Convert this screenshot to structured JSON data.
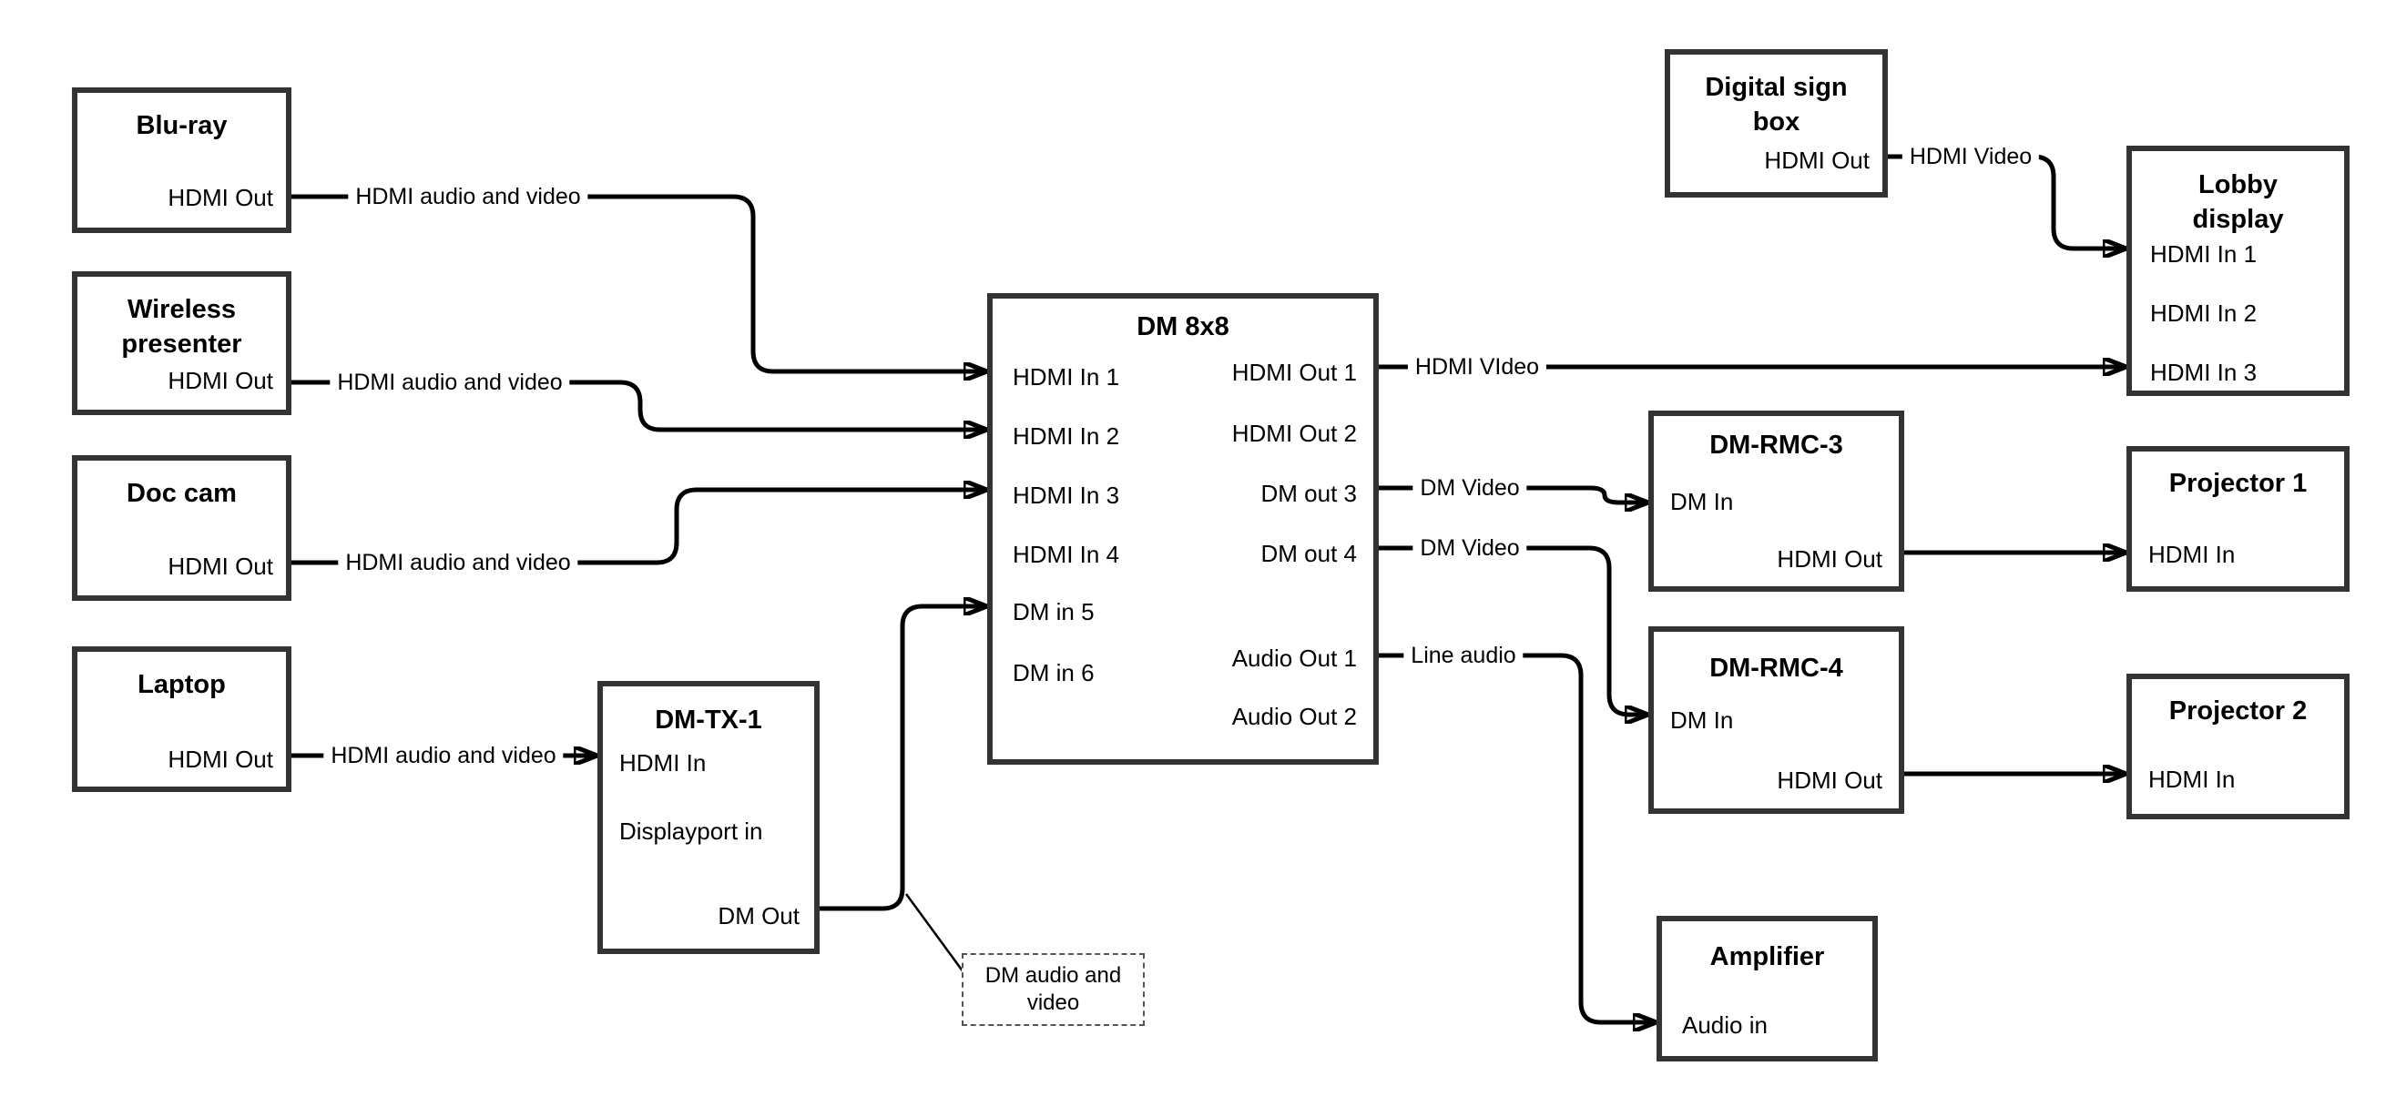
{
  "nodes": {
    "bluray": {
      "title": "Blu-ray",
      "ports": {
        "hdmi_out": "HDMI Out"
      }
    },
    "wireless_presenter": {
      "title": "Wireless presenter",
      "ports": {
        "hdmi_out": "HDMI Out"
      }
    },
    "doc_cam": {
      "title": "Doc cam",
      "ports": {
        "hdmi_out": "HDMI Out"
      }
    },
    "laptop": {
      "title": "Laptop",
      "ports": {
        "hdmi_out": "HDMI Out"
      }
    },
    "dm_tx_1": {
      "title": "DM-TX-1",
      "ports": {
        "hdmi_in": "HDMI In",
        "displayport_in": "Displayport in",
        "dm_out": "DM Out"
      }
    },
    "dm_8x8": {
      "title": "DM 8x8",
      "ports": {
        "hdmi_in_1": "HDMI In 1",
        "hdmi_in_2": "HDMI In 2",
        "hdmi_in_3": "HDMI In 3",
        "hdmi_in_4": "HDMI In 4",
        "dm_in_5": "DM in 5",
        "dm_in_6": "DM in 6",
        "hdmi_out_1": "HDMI Out 1",
        "hdmi_out_2": "HDMI Out 2",
        "dm_out_3": "DM out 3",
        "dm_out_4": "DM out 4",
        "audio_out_1": "Audio Out 1",
        "audio_out_2": "Audio Out 2"
      }
    },
    "digital_sign_box": {
      "title": "Digital sign box",
      "ports": {
        "hdmi_out": "HDMI Out"
      }
    },
    "lobby_display": {
      "title": "Lobby display",
      "ports": {
        "hdmi_in_1": "HDMI In 1",
        "hdmi_in_2": "HDMI In 2",
        "hdmi_in_3": "HDMI In 3"
      }
    },
    "dm_rmc_3": {
      "title": "DM-RMC-3",
      "ports": {
        "dm_in": "DM In",
        "hdmi_out": "HDMI Out"
      }
    },
    "projector_1": {
      "title": "Projector 1",
      "ports": {
        "hdmi_in": "HDMI In"
      }
    },
    "dm_rmc_4": {
      "title": "DM-RMC-4",
      "ports": {
        "dm_in": "DM In",
        "hdmi_out": "HDMI Out"
      }
    },
    "projector_2": {
      "title": "Projector 2",
      "ports": {
        "hdmi_in": "HDMI In"
      }
    },
    "amplifier": {
      "title": "Amplifier",
      "ports": {
        "audio_in": "Audio in"
      }
    }
  },
  "edge_labels": {
    "bluray_to_dm8x8": "HDMI audio and video",
    "wireless_to_dm8x8": "HDMI audio and video",
    "doccam_to_dm8x8": "HDMI audio and video",
    "laptop_to_dmtx1": "HDMI audio and video",
    "hdmi_out1_to_lobby": "HDMI VIdeo",
    "dm_out3_to_rmc3": "DM Video",
    "dm_out4_to_rmc4": "DM Video",
    "audio_out1_to_amp": "Line audio",
    "sign_to_lobby": "HDMI Video"
  },
  "note": {
    "text": "DM audio and video"
  },
  "colors": {
    "box_border": "#333333",
    "connector": "#000000",
    "text": "#000000",
    "background": "#ffffff"
  }
}
